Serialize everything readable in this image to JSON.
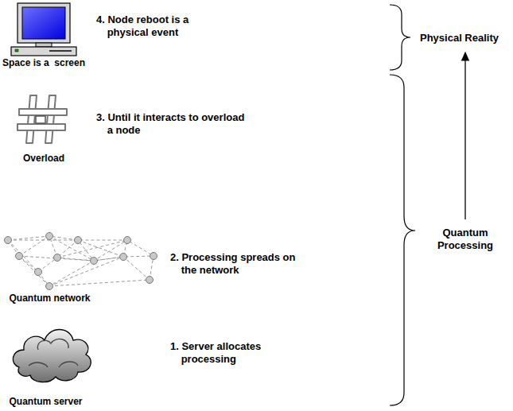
{
  "diagram": {
    "labels": [
      "Space is a  screen",
      "4. Node reboot is a physical event",
      "Physical Reality",
      "Overload",
      "3. Until it interacts to overload a node",
      "Quantum network",
      "2. Processing spreads on the network",
      "Quantum Processing",
      "Quantum server",
      "1. Server allocates processing"
    ]
  }
}
